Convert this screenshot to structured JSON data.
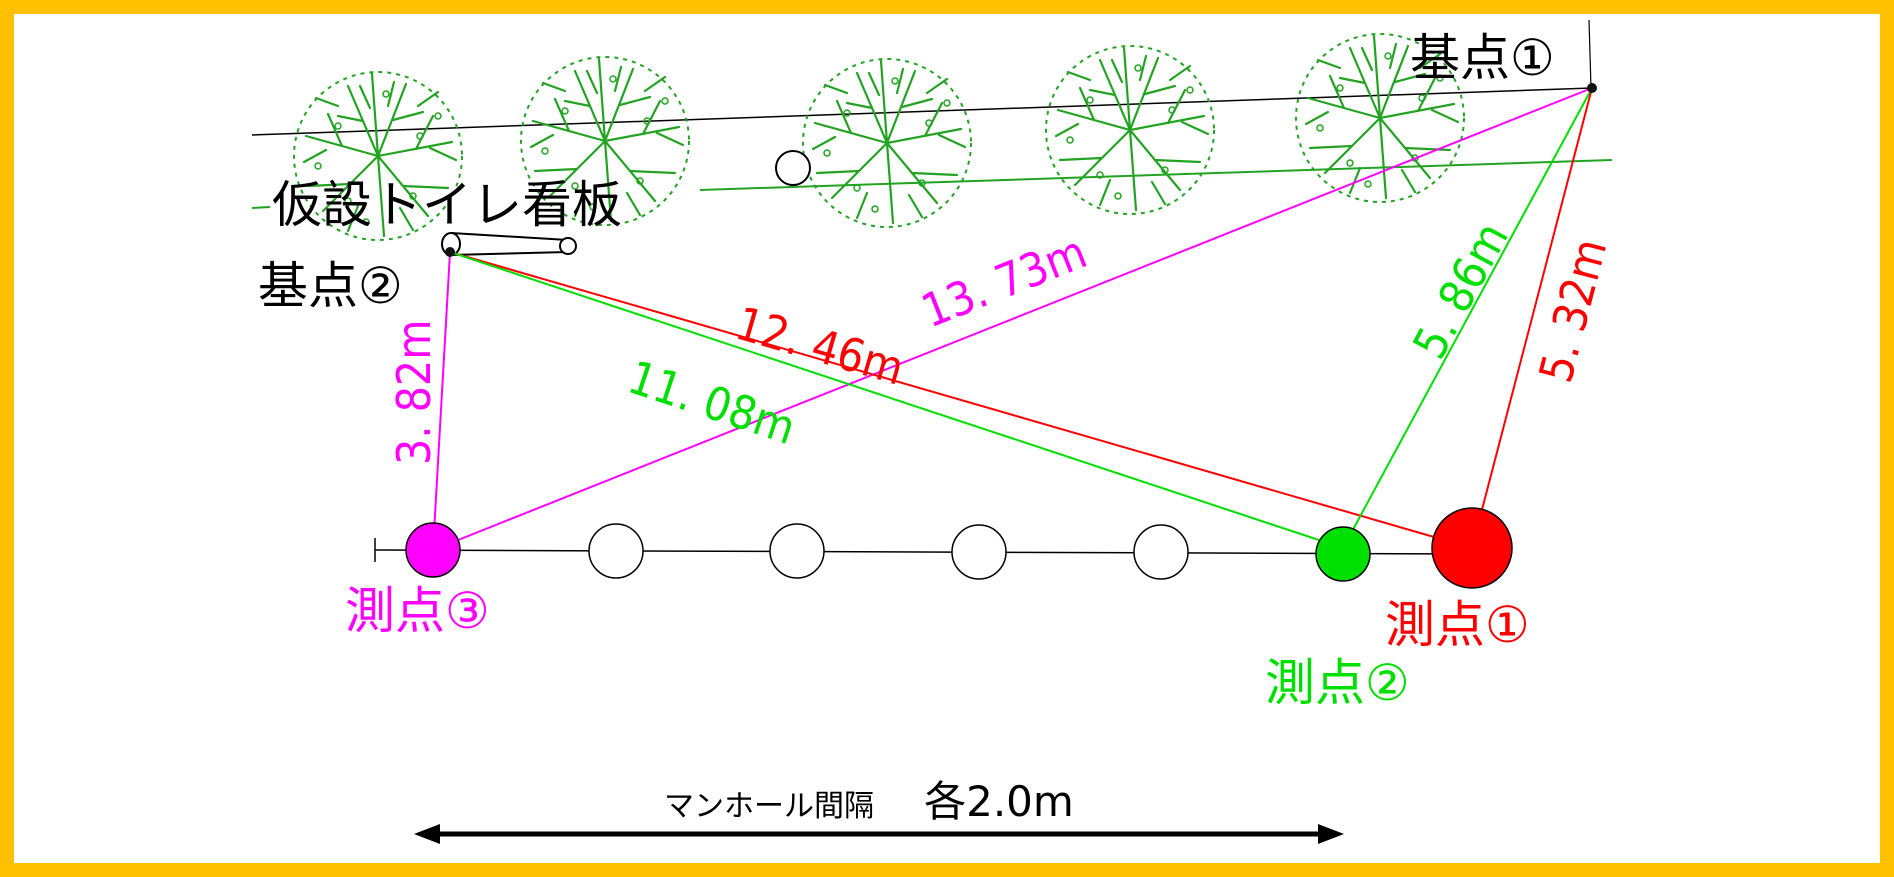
{
  "colors": {
    "frame": "#FFC000",
    "magenta": "#FF00FF",
    "green": "#00E000",
    "red": "#FF0000",
    "tree": "#22A322",
    "black": "#000000"
  },
  "labels": {
    "base_point_1": "基点①",
    "base_point_2": "基点②",
    "temp_toilet_sign": "仮設トイレ看板",
    "measure_point_1": "測点①",
    "measure_point_2": "測点②",
    "measure_point_3": "測点③"
  },
  "distances": {
    "bp2_mp3": "3. 82m",
    "bp1_mp3": "13. 73m",
    "bp2_mp1": "12. 46m",
    "bp2_mp2": "11. 08m",
    "bp1_mp2": "5. 86m",
    "bp1_mp1": "5. 32m"
  },
  "manhole_caption": {
    "prefix": "マンホール間隔",
    "value": "各2.0m"
  },
  "icons": {
    "tree": "tree-icon",
    "manhole": "manhole-icon",
    "arrow": "double-arrow-icon"
  }
}
